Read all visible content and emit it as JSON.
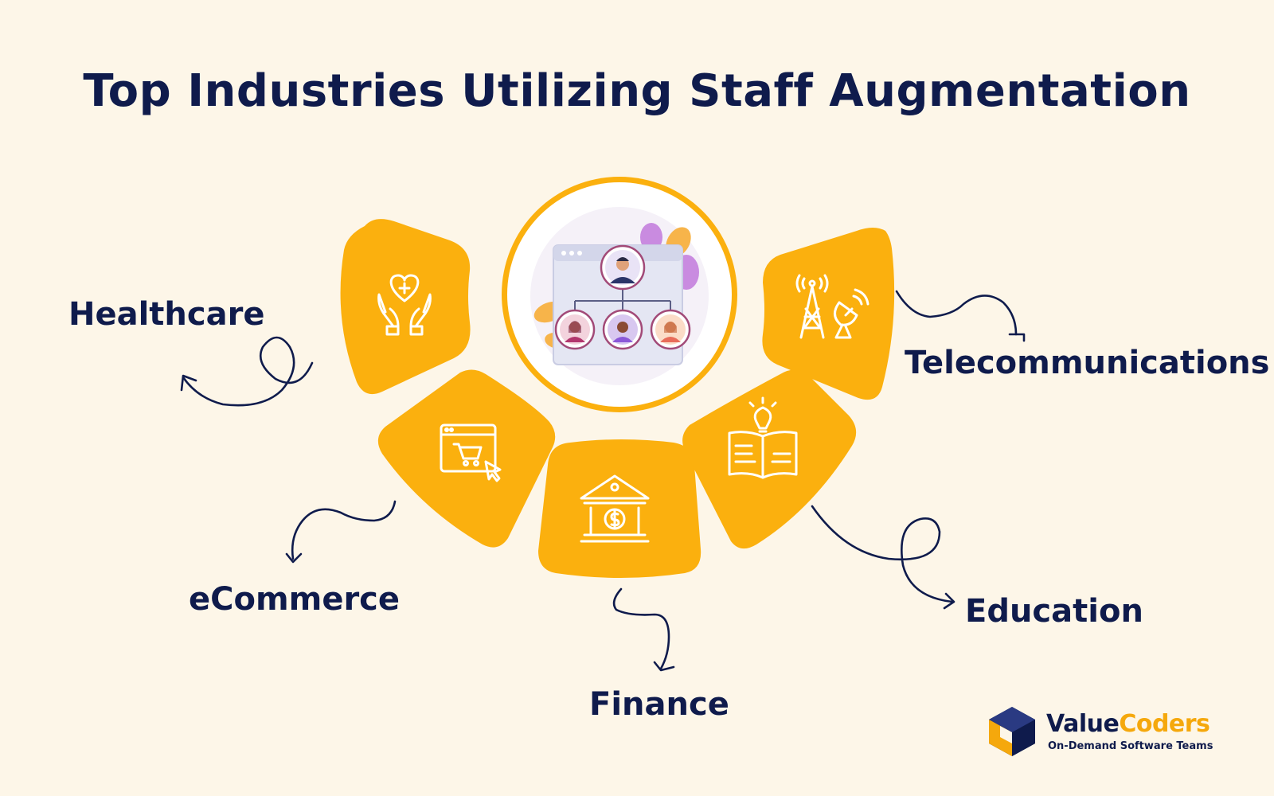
{
  "title": "Top Industries Utilizing Staff Augmentation",
  "colors": {
    "background": "#fdf6e8",
    "accent": "#fbb00e",
    "navy": "#0f1b4c",
    "white": "#ffffff"
  },
  "center": {
    "icon": "team-hierarchy-icon"
  },
  "industries": [
    {
      "label": "Healthcare",
      "icon": "healthcare-hands-heart-icon"
    },
    {
      "label": "eCommerce",
      "icon": "shopping-cart-browser-icon"
    },
    {
      "label": "Finance",
      "icon": "bank-dollar-icon"
    },
    {
      "label": "Education",
      "icon": "book-lightbulb-icon"
    },
    {
      "label": "Telecommunications",
      "icon": "antenna-satellite-icon"
    }
  ],
  "logo": {
    "name_part1": "Value",
    "name_part2": "Coders",
    "tagline": "On-Demand Software Teams"
  }
}
